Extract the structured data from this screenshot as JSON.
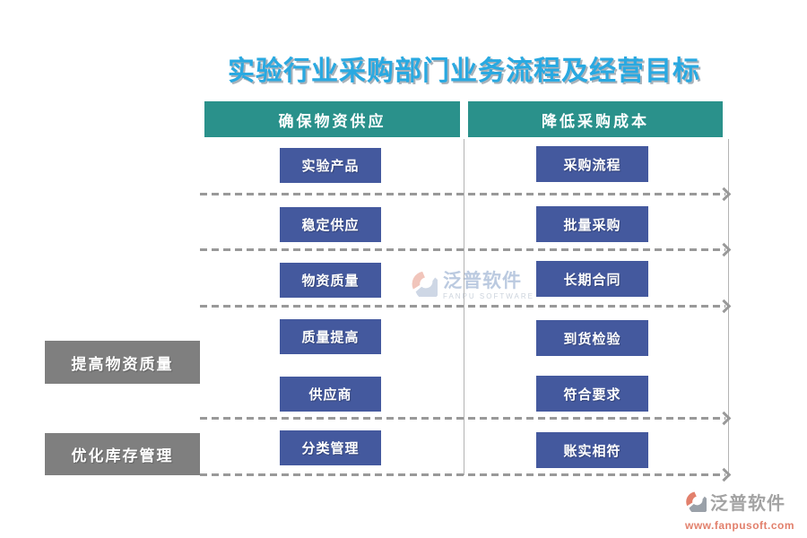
{
  "title": "实验行业采购部门业务流程及经营目标",
  "columns": [
    {
      "header": "确保物资供应",
      "steps": [
        "实验产品",
        "稳定供应",
        "物资质量",
        "质量提高",
        "供应商",
        "分类管理"
      ]
    },
    {
      "header": "降低采购成本",
      "steps": [
        "采购流程",
        "批量采购",
        "长期合同",
        "到货检验",
        "符合要求",
        "账实相符"
      ]
    }
  ],
  "side_goals": [
    "提高物资质量",
    "优化库存管理"
  ],
  "watermark": {
    "brand": "泛普软件",
    "brand_en": "FANPU SOFTWARE"
  },
  "footer": {
    "brand": "泛普软件",
    "website": "www.fanpusoft.com"
  },
  "colors": {
    "title_blue": "#29a9e1",
    "header_teal": "#2a918b",
    "step_blue": "#44599e",
    "goal_gray": "#7f7f7f",
    "line_gray": "#999999",
    "brand_orange": "#e2806c"
  }
}
